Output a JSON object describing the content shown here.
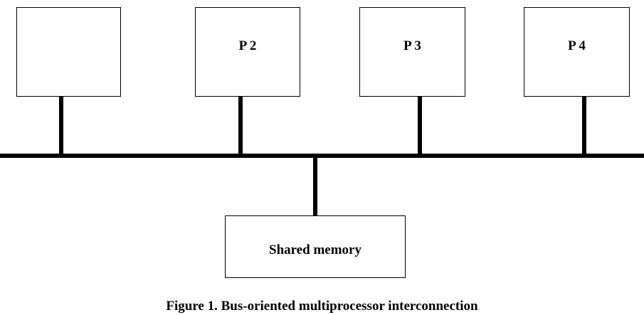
{
  "processors": [
    {
      "label": ""
    },
    {
      "label": "P 2"
    },
    {
      "label": "P 3"
    },
    {
      "label": "P 4"
    }
  ],
  "memory": {
    "label": "Shared memory"
  },
  "caption": "Figure 1. Bus-oriented multiprocessor interconnection"
}
